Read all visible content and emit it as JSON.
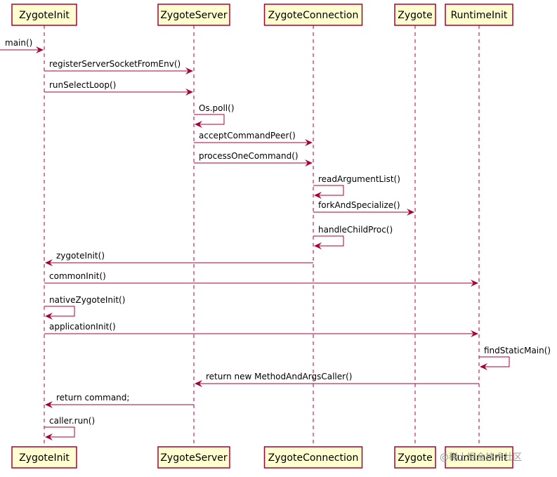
{
  "colors": {
    "line": "#a80036",
    "participant_fill": "#fefece",
    "text": "#000000",
    "watermark": "#9a9a9a"
  },
  "participants": [
    {
      "id": "ZygoteInit",
      "label": "ZygoteInit"
    },
    {
      "id": "ZygoteServer",
      "label": "ZygoteServer"
    },
    {
      "id": "ZygoteConnection",
      "label": "ZygoteConnection"
    },
    {
      "id": "Zygote",
      "label": "Zygote"
    },
    {
      "id": "RuntimeInit",
      "label": "RuntimeInit"
    }
  ],
  "messages": [
    {
      "from": null,
      "to": "ZygoteInit",
      "label": "main()"
    },
    {
      "from": "ZygoteInit",
      "to": "ZygoteServer",
      "label": "registerServerSocketFromEnv()"
    },
    {
      "from": "ZygoteInit",
      "to": "ZygoteServer",
      "label": "runSelectLoop()"
    },
    {
      "from": "ZygoteServer",
      "to": "ZygoteServer",
      "label": "Os.poll()"
    },
    {
      "from": "ZygoteServer",
      "to": "ZygoteConnection",
      "label": "acceptCommandPeer()"
    },
    {
      "from": "ZygoteServer",
      "to": "ZygoteConnection",
      "label": "processOneCommand()"
    },
    {
      "from": "ZygoteConnection",
      "to": "ZygoteConnection",
      "label": "readArgumentList()"
    },
    {
      "from": "ZygoteConnection",
      "to": "Zygote",
      "label": "forkAndSpecialize()"
    },
    {
      "from": "ZygoteConnection",
      "to": "ZygoteConnection",
      "label": "handleChildProc()"
    },
    {
      "from": "ZygoteConnection",
      "to": "ZygoteInit",
      "label": "zygoteInit()"
    },
    {
      "from": "ZygoteInit",
      "to": "RuntimeInit",
      "label": "commonInit()"
    },
    {
      "from": "ZygoteInit",
      "to": "ZygoteInit",
      "label": "nativeZygoteInit()"
    },
    {
      "from": "ZygoteInit",
      "to": "RuntimeInit",
      "label": "applicationInit()"
    },
    {
      "from": "RuntimeInit",
      "to": "RuntimeInit",
      "label": "findStaticMain()"
    },
    {
      "from": "RuntimeInit",
      "to": "ZygoteServer",
      "label": "return new MethodAndArgsCaller()"
    },
    {
      "from": "ZygoteServer",
      "to": "ZygoteInit",
      "label": "return command;"
    },
    {
      "from": "ZygoteInit",
      "to": "ZygoteInit",
      "label": "caller.run()"
    }
  ],
  "watermark": "@稀土掘金技术社区"
}
